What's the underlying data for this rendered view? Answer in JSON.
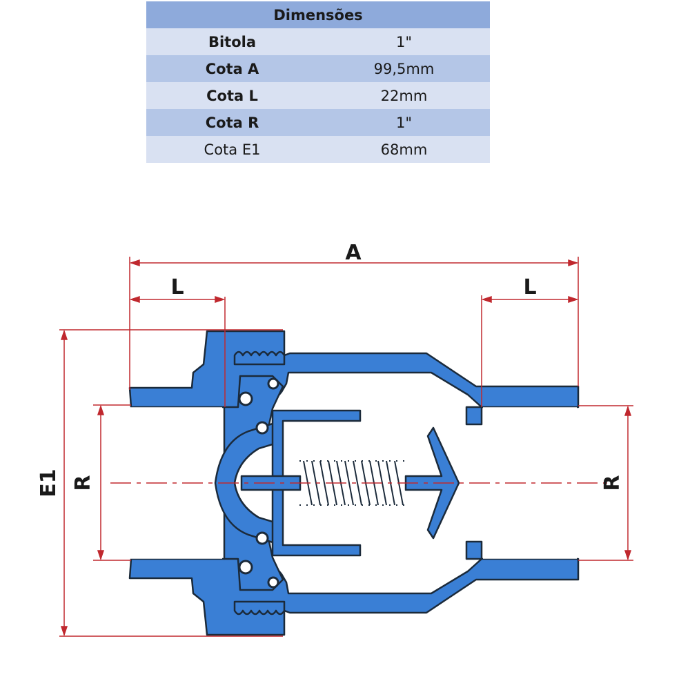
{
  "table": {
    "header": "Dimensões",
    "rows": [
      {
        "label": "Bitola",
        "value": "1\"",
        "bold": true
      },
      {
        "label": "Cota A",
        "value": "99,5mm",
        "bold": true
      },
      {
        "label": "Cota L",
        "value": "22mm",
        "bold": true
      },
      {
        "label": "Cota R",
        "value": "1\"",
        "bold": true
      },
      {
        "label": "Cota E1",
        "value": "68mm",
        "bold": false
      }
    ]
  },
  "drawing": {
    "labels": {
      "a": "A",
      "l_left": "L",
      "l_right": "L",
      "r_left": "R",
      "r_right": "R",
      "e1": "E1"
    },
    "colors": {
      "body": "#3a7fd5",
      "outline": "#1b2a3a",
      "dimension": "#c0282e",
      "bore": "#ffffff"
    }
  }
}
